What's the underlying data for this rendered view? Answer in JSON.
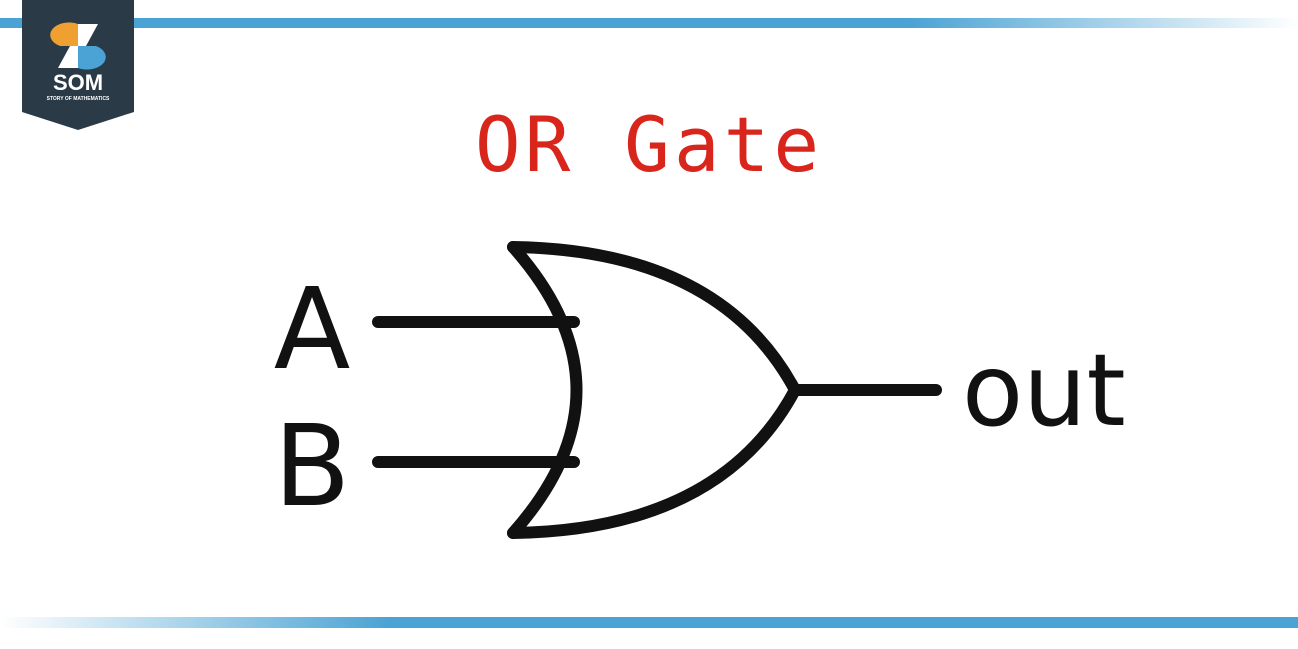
{
  "logo": {
    "text": "SOM",
    "subtitle": "STORY OF MATHEMATICS",
    "colors": {
      "bg": "#2b3a47",
      "orange": "#f0a030",
      "blue": "#4aa3d4"
    }
  },
  "title": "OR Gate",
  "diagram": {
    "gate": "OR",
    "inputs": [
      {
        "label": "A"
      },
      {
        "label": "B"
      }
    ],
    "output": {
      "label": "out"
    }
  },
  "colors": {
    "accent": "#4aa3d4",
    "title": "#d9261c",
    "stroke": "#111111"
  }
}
